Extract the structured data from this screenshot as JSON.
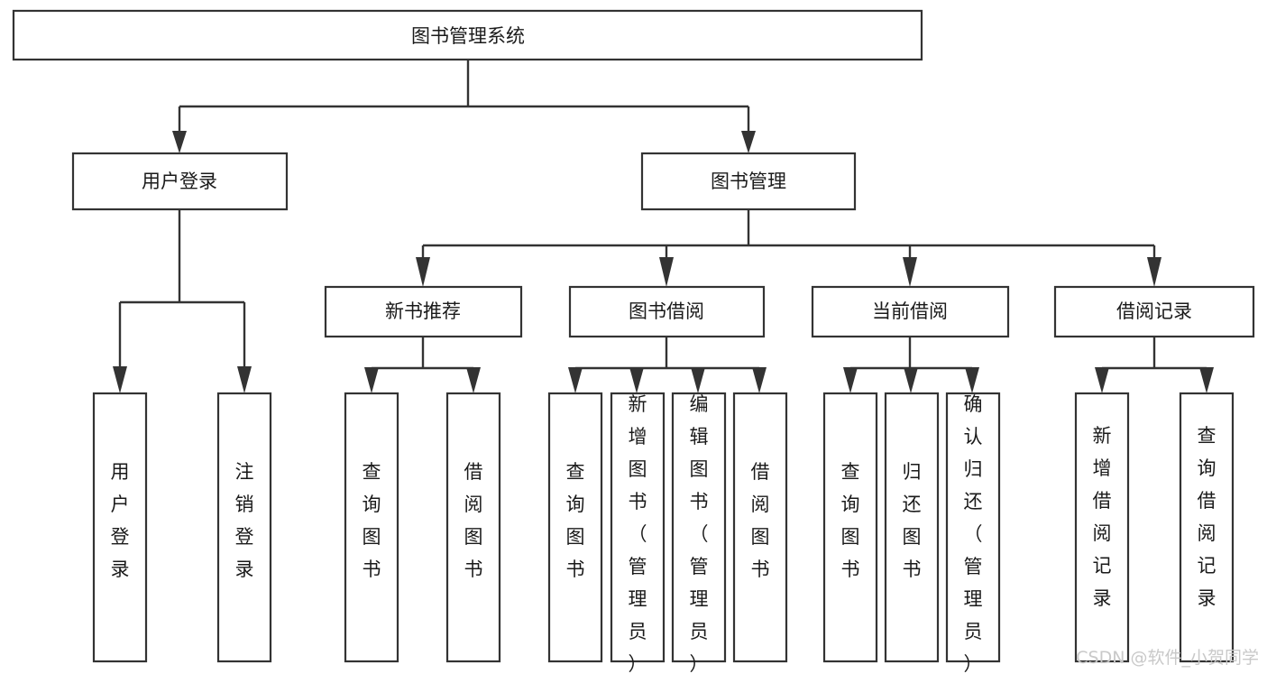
{
  "diagram": {
    "type": "tree-hierarchy",
    "title": "图书管理系统",
    "orientation": "top-down",
    "colors": {
      "box_stroke": "#333333",
      "box_fill": "#ffffff",
      "text": "#1a1a1a",
      "connector": "#333333",
      "watermark": "#c9c9c9",
      "background": "#ffffff"
    },
    "levels": [
      {
        "level": 1,
        "nodes": [
          {
            "id": "root",
            "label": "图书管理系统"
          }
        ]
      },
      {
        "level": 2,
        "nodes": [
          {
            "id": "login",
            "label": "用户登录",
            "parent": "root"
          },
          {
            "id": "bookmgmt",
            "label": "图书管理",
            "parent": "root"
          }
        ]
      },
      {
        "level": 3,
        "nodes": [
          {
            "id": "newbook",
            "label": "新书推荐",
            "parent": "bookmgmt"
          },
          {
            "id": "borrow",
            "label": "图书借阅",
            "parent": "bookmgmt"
          },
          {
            "id": "current",
            "label": "当前借阅",
            "parent": "bookmgmt"
          },
          {
            "id": "record",
            "label": "借阅记录",
            "parent": "bookmgmt"
          }
        ]
      },
      {
        "level": 4,
        "nodes": [
          {
            "id": "leaf1",
            "label": "用户登录",
            "parent": "login"
          },
          {
            "id": "leaf2",
            "label": "注销登录",
            "parent": "login"
          },
          {
            "id": "leaf3",
            "label": "查询图书",
            "parent": "newbook"
          },
          {
            "id": "leaf4",
            "label": "借阅图书",
            "parent": "newbook"
          },
          {
            "id": "leaf5",
            "label": "查询图书",
            "parent": "borrow"
          },
          {
            "id": "leaf6",
            "label": "新增图书（管理员）",
            "parent": "borrow"
          },
          {
            "id": "leaf7",
            "label": "编辑图书（管理员）",
            "parent": "borrow"
          },
          {
            "id": "leaf8",
            "label": "借阅图书",
            "parent": "borrow"
          },
          {
            "id": "leaf9",
            "label": "查询图书",
            "parent": "current"
          },
          {
            "id": "leaf10",
            "label": "归还图书",
            "parent": "current"
          },
          {
            "id": "leaf11",
            "label": "确认归还（管理员）",
            "parent": "current"
          },
          {
            "id": "leaf12",
            "label": "新增借阅记录",
            "parent": "record"
          },
          {
            "id": "leaf13",
            "label": "查询借阅记录",
            "parent": "record"
          }
        ]
      }
    ]
  },
  "watermark": {
    "text": "CSDN @软件_小贺同学"
  }
}
